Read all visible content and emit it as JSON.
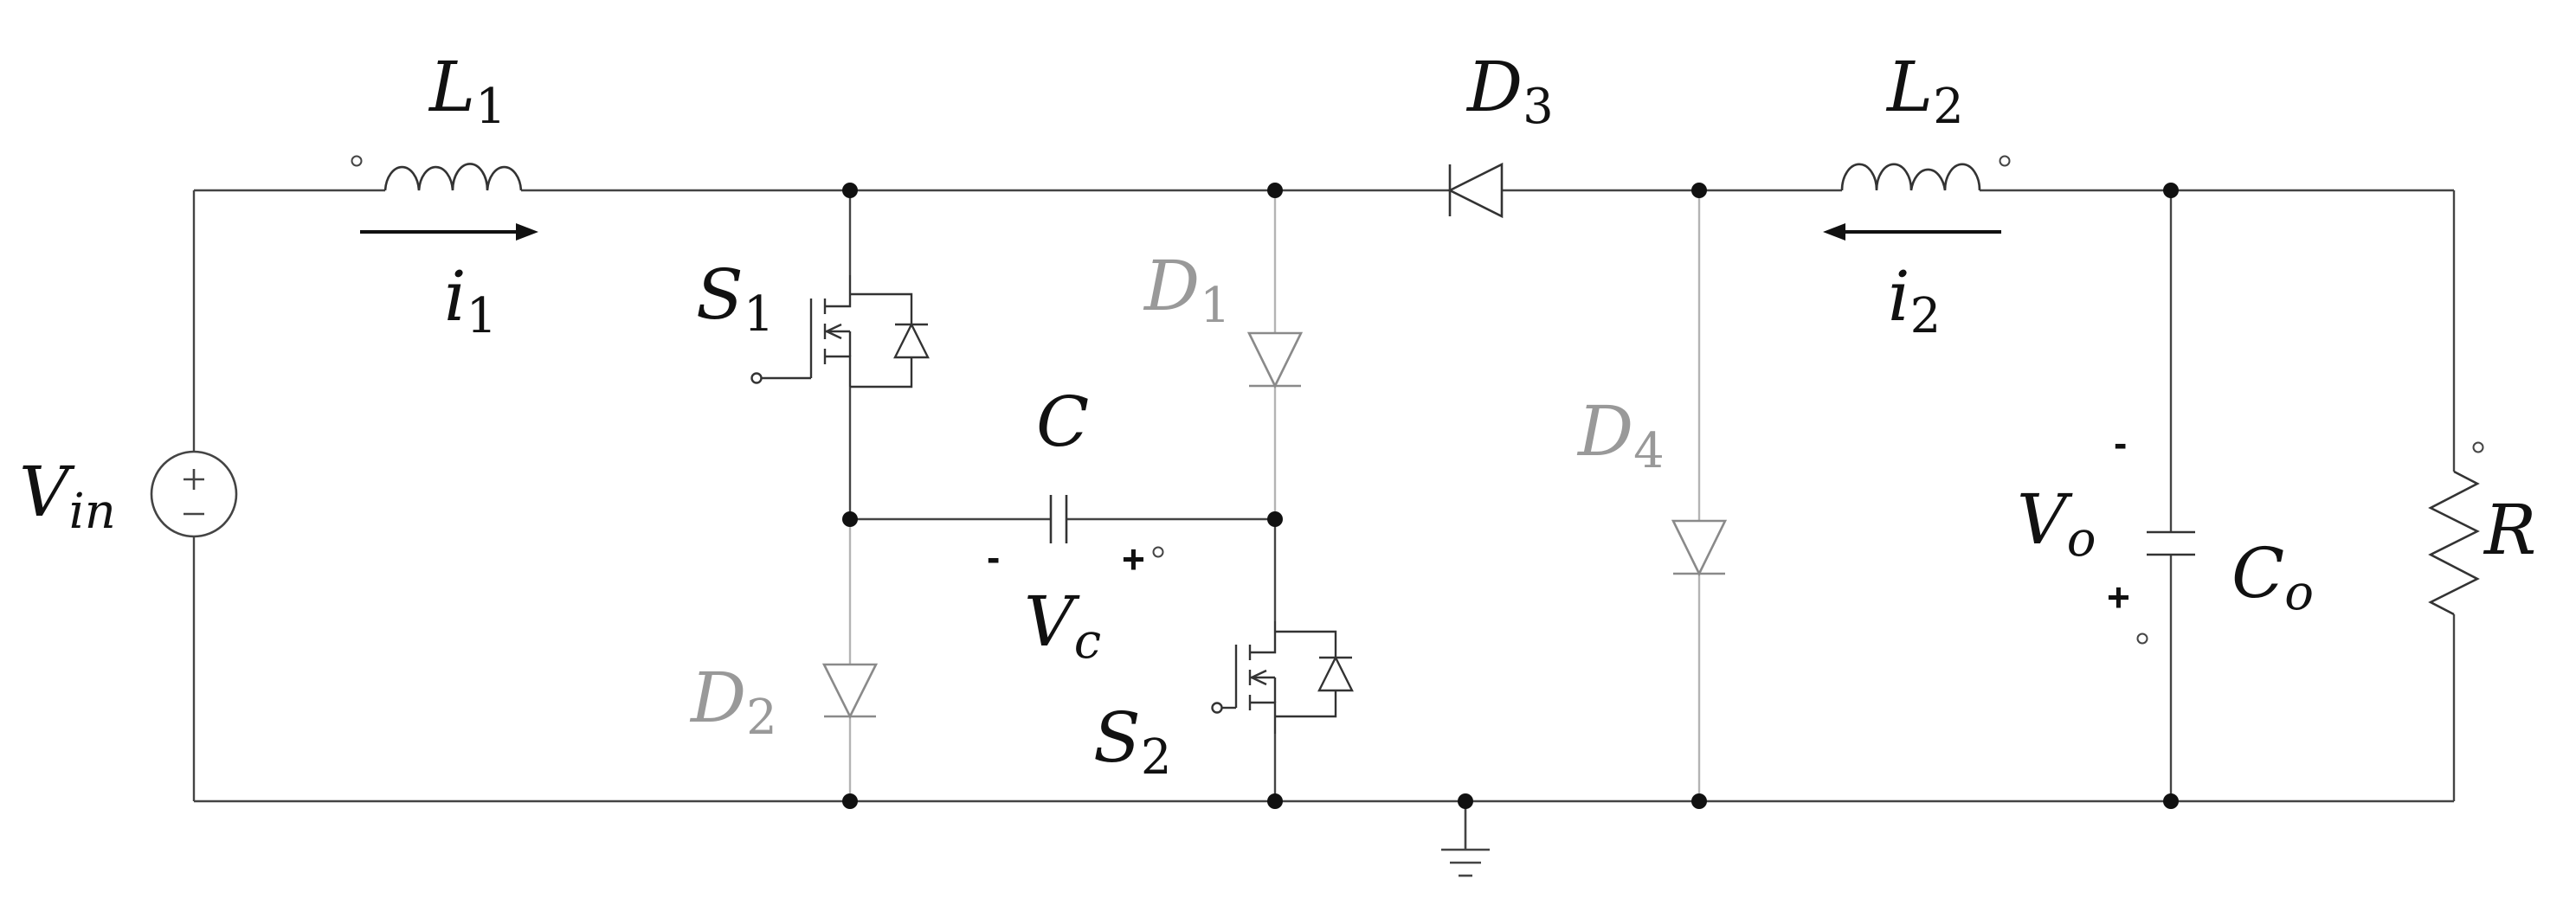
{
  "diagram": {
    "colors": {
      "wire": "#444444",
      "faded": "#999999",
      "faded_wire": "#b4b4b4",
      "text": "#111111",
      "node": "#111111"
    },
    "labels": {
      "L1": {
        "main": "L",
        "sub": "1"
      },
      "L2": {
        "main": "L",
        "sub": "2"
      },
      "D3": {
        "main": "D",
        "sub": "3"
      },
      "D1": {
        "main": "D",
        "sub": "1"
      },
      "D2": {
        "main": "D",
        "sub": "2"
      },
      "D4": {
        "main": "D",
        "sub": "4"
      },
      "S1": {
        "main": "S",
        "sub": "1"
      },
      "S2": {
        "main": "S",
        "sub": "2"
      },
      "i1": {
        "main": "i",
        "sub": "1"
      },
      "i2": {
        "main": "i",
        "sub": "2"
      },
      "Vin": {
        "main": "V",
        "sub": "in"
      },
      "Vc": {
        "main": "V",
        "sub": "c"
      },
      "Vo": {
        "main": "V",
        "sub": "o"
      },
      "Co": {
        "main": "C",
        "sub": "o"
      },
      "C": "C",
      "R": "R"
    },
    "polarity": {
      "vc_minus": "-",
      "vc_plus": "+",
      "vo_minus": "-",
      "vo_plus": "+"
    }
  }
}
